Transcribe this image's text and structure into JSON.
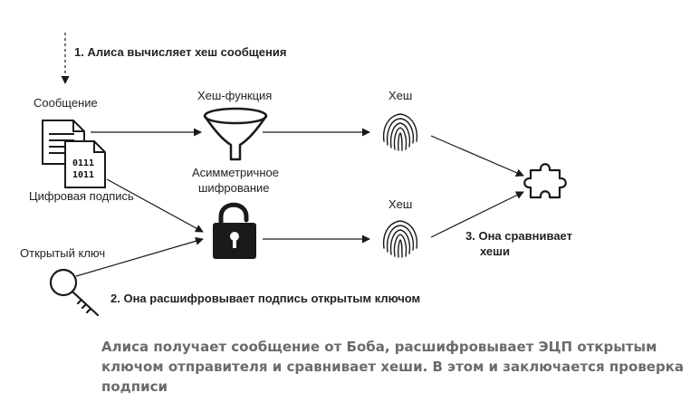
{
  "steps": {
    "step1": "1. Алиса вычисляет хеш сообщения",
    "step2": "2. Она расшифровывает подпись открытым ключом",
    "step3_line1": "3. Она сравнивает",
    "step3_line2": "хеши"
  },
  "labels": {
    "message": "Сообщение",
    "signature": "Цифровая подпись",
    "public_key": "Открытый ключ",
    "hash_function": "Хеш-функция",
    "asym_line1": "Асимметричное",
    "asym_line2": "шифрование",
    "hash_top": "Хеш",
    "hash_bottom": "Хеш"
  },
  "signature_bits": {
    "line1": "0111",
    "line2": "1011"
  },
  "caption": "Алиса получает сообщение от Боба, расшифровывает ЭЦП открытым ключом отправителя и сравнивает хеши. В этом и заключается проверка подписи",
  "icons": [
    "document-icon",
    "signature-document-icon",
    "funnel-icon",
    "padlock-icon",
    "fingerprint-icon",
    "key-icon",
    "puzzle-icon"
  ]
}
